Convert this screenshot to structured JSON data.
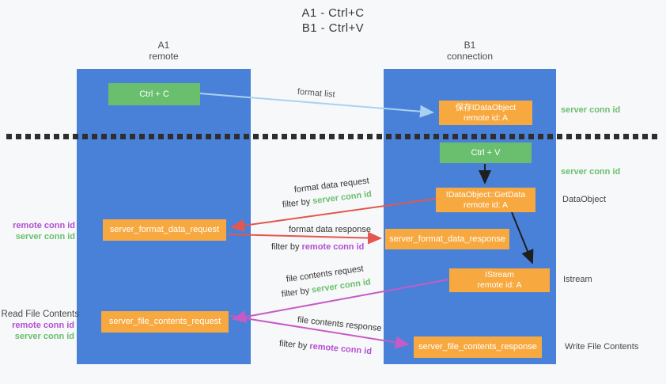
{
  "title": {
    "line1": "A1 - Ctrl+C",
    "line2": "B1 - Ctrl+V"
  },
  "columns": {
    "a1": {
      "name": "A1",
      "subtitle": "remote"
    },
    "b1": {
      "name": "B1",
      "subtitle": "connection"
    }
  },
  "boxes": {
    "ctrl_c": {
      "label": "Ctrl + C"
    },
    "save_idataobject": {
      "line1": "保存IDataObject",
      "line2": "remote id: A"
    },
    "ctrl_v": {
      "label": "Ctrl + V"
    },
    "idataobject_getdata": {
      "line1": "IDataObject::GetData",
      "line2": "remote id: A"
    },
    "server_format_data_request": {
      "label": "server_format_data_request"
    },
    "server_format_data_response": {
      "label": "server_format_data_response"
    },
    "istream": {
      "line1": "IStream",
      "line2": "remote id: A"
    },
    "server_file_contents_request": {
      "label": "server_file_contents_request"
    },
    "server_file_contents_response": {
      "label": "server_file_contents_response"
    }
  },
  "arrow_labels": {
    "format_list": "format list",
    "format_data_request": "format data request",
    "format_data_response": "format data response",
    "file_contents_request": "file contents request",
    "file_contents_response": "file contents response",
    "filter_by": "filter by ",
    "server_conn_id": "server conn id",
    "remote_conn_id": "remote conn id"
  },
  "side_labels": {
    "right_server_conn_id_top": "server conn id",
    "right_server_conn_id_mid": "server conn id",
    "data_object": "DataObject",
    "istream": "Istream",
    "write_file_contents": "Write File Contents",
    "left_remote_conn_id_top": "remote conn id",
    "left_server_conn_id_top": "server conn id",
    "read_file_contents": "Read File Contents",
    "left_remote_conn_id_bottom": "remote conn id",
    "left_server_conn_id_bottom": "server conn id"
  },
  "colors": {
    "background": "#f7f8f9",
    "column_blue": "#4a81d8",
    "box_green": "#6abf6e",
    "box_orange": "#f7a940",
    "arrow_red": "#e2574e",
    "arrow_magenta": "#c55bc5",
    "arrow_lightblue": "#a8d2f0",
    "arrow_black": "#1f1f1f",
    "text_green": "#6abf6e",
    "text_purple": "#b44ed2",
    "dash_line": "#2e2e2e"
  }
}
